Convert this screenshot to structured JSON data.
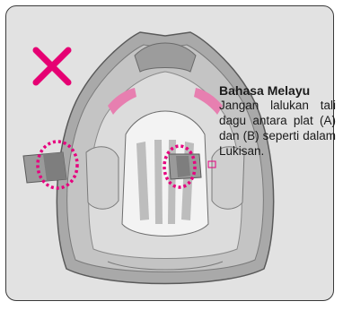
{
  "instruction": {
    "heading": "Bahasa Melayu",
    "body": "Jangan lalukan tali dagu antara plat (A) dan (B) seperti dalam Lukisan."
  },
  "icons": {
    "prohibited": "red-cross-icon",
    "highlight": "dotted-circle-marker"
  },
  "colors": {
    "panel_bg": "#e2e2e2",
    "cross": "#e60073",
    "marker": "#e6007e",
    "text": "#1a1a1a"
  }
}
